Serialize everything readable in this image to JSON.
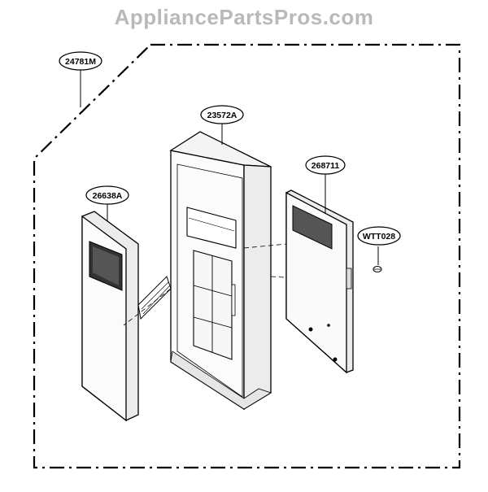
{
  "watermark": "AppliancePartsPros.com",
  "parts": {
    "assembly": "24781M",
    "housing": "23572A",
    "control_panel": "26638A",
    "pcb": "268711",
    "screw": "WTT028"
  }
}
